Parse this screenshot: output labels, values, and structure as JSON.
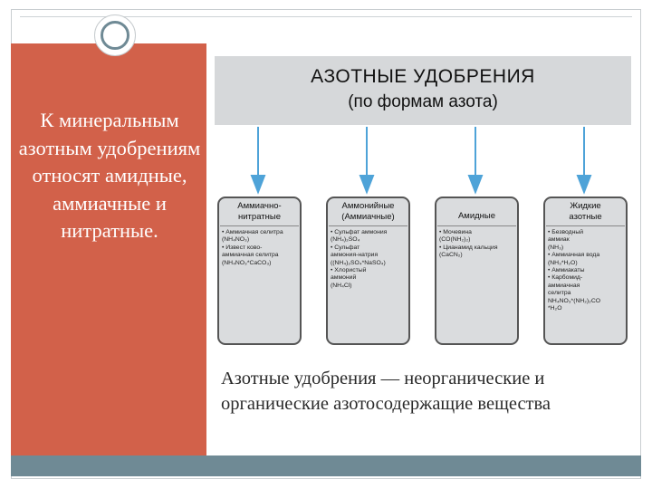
{
  "left_panel": {
    "text": "К минеральным азотным удобрениям относят амидные, аммиачные и нитратные."
  },
  "diagram": {
    "title": "АЗОТНЫЕ УДОБРЕНИЯ",
    "subtitle": "(по формам азота)",
    "cards": [
      {
        "title": "Аммиачно-\nнитратные",
        "body": "• Аммиачная селитра\n(NH₄NO₃)\n• Извест ково-\nаммиачная селитра\n(NH₄NO₃*CaCO₃)"
      },
      {
        "title": "Аммонийные\n(Аммиачные)",
        "body": "• Сульфат аммония\n(NH₄)₂SO₄\n• Сульфат\nаммония-натрия\n((NH₄)₂SO₄*NaSO₄)\n• Хлористый\nаммоний\n(NH₄Cl)"
      },
      {
        "title": "Амидные",
        "body": "• Мочевина\n(CO(NH₂)₂)\n• Цианамид кальция\n(CaCN₂)"
      },
      {
        "title": "Жидкие\nазотные",
        "body": "• Безводный\nаммиак\n(NH₃)\n• Аммиачная вода\n(NH₃*H₂O)\n• Аммиакаты\n• Карбомид-\nаммиачная\nселитра\nNH₄NO₃*(NH₂)₂CO\n*H₂O"
      }
    ]
  },
  "caption": "Азотные удобрения — неорганические и органические азотосодержащие вещества",
  "colors": {
    "left_panel": "#d2614a",
    "bottom_strip": "#6f8a95",
    "arrow": "#4ea3d8",
    "header": "#d6d8da"
  }
}
